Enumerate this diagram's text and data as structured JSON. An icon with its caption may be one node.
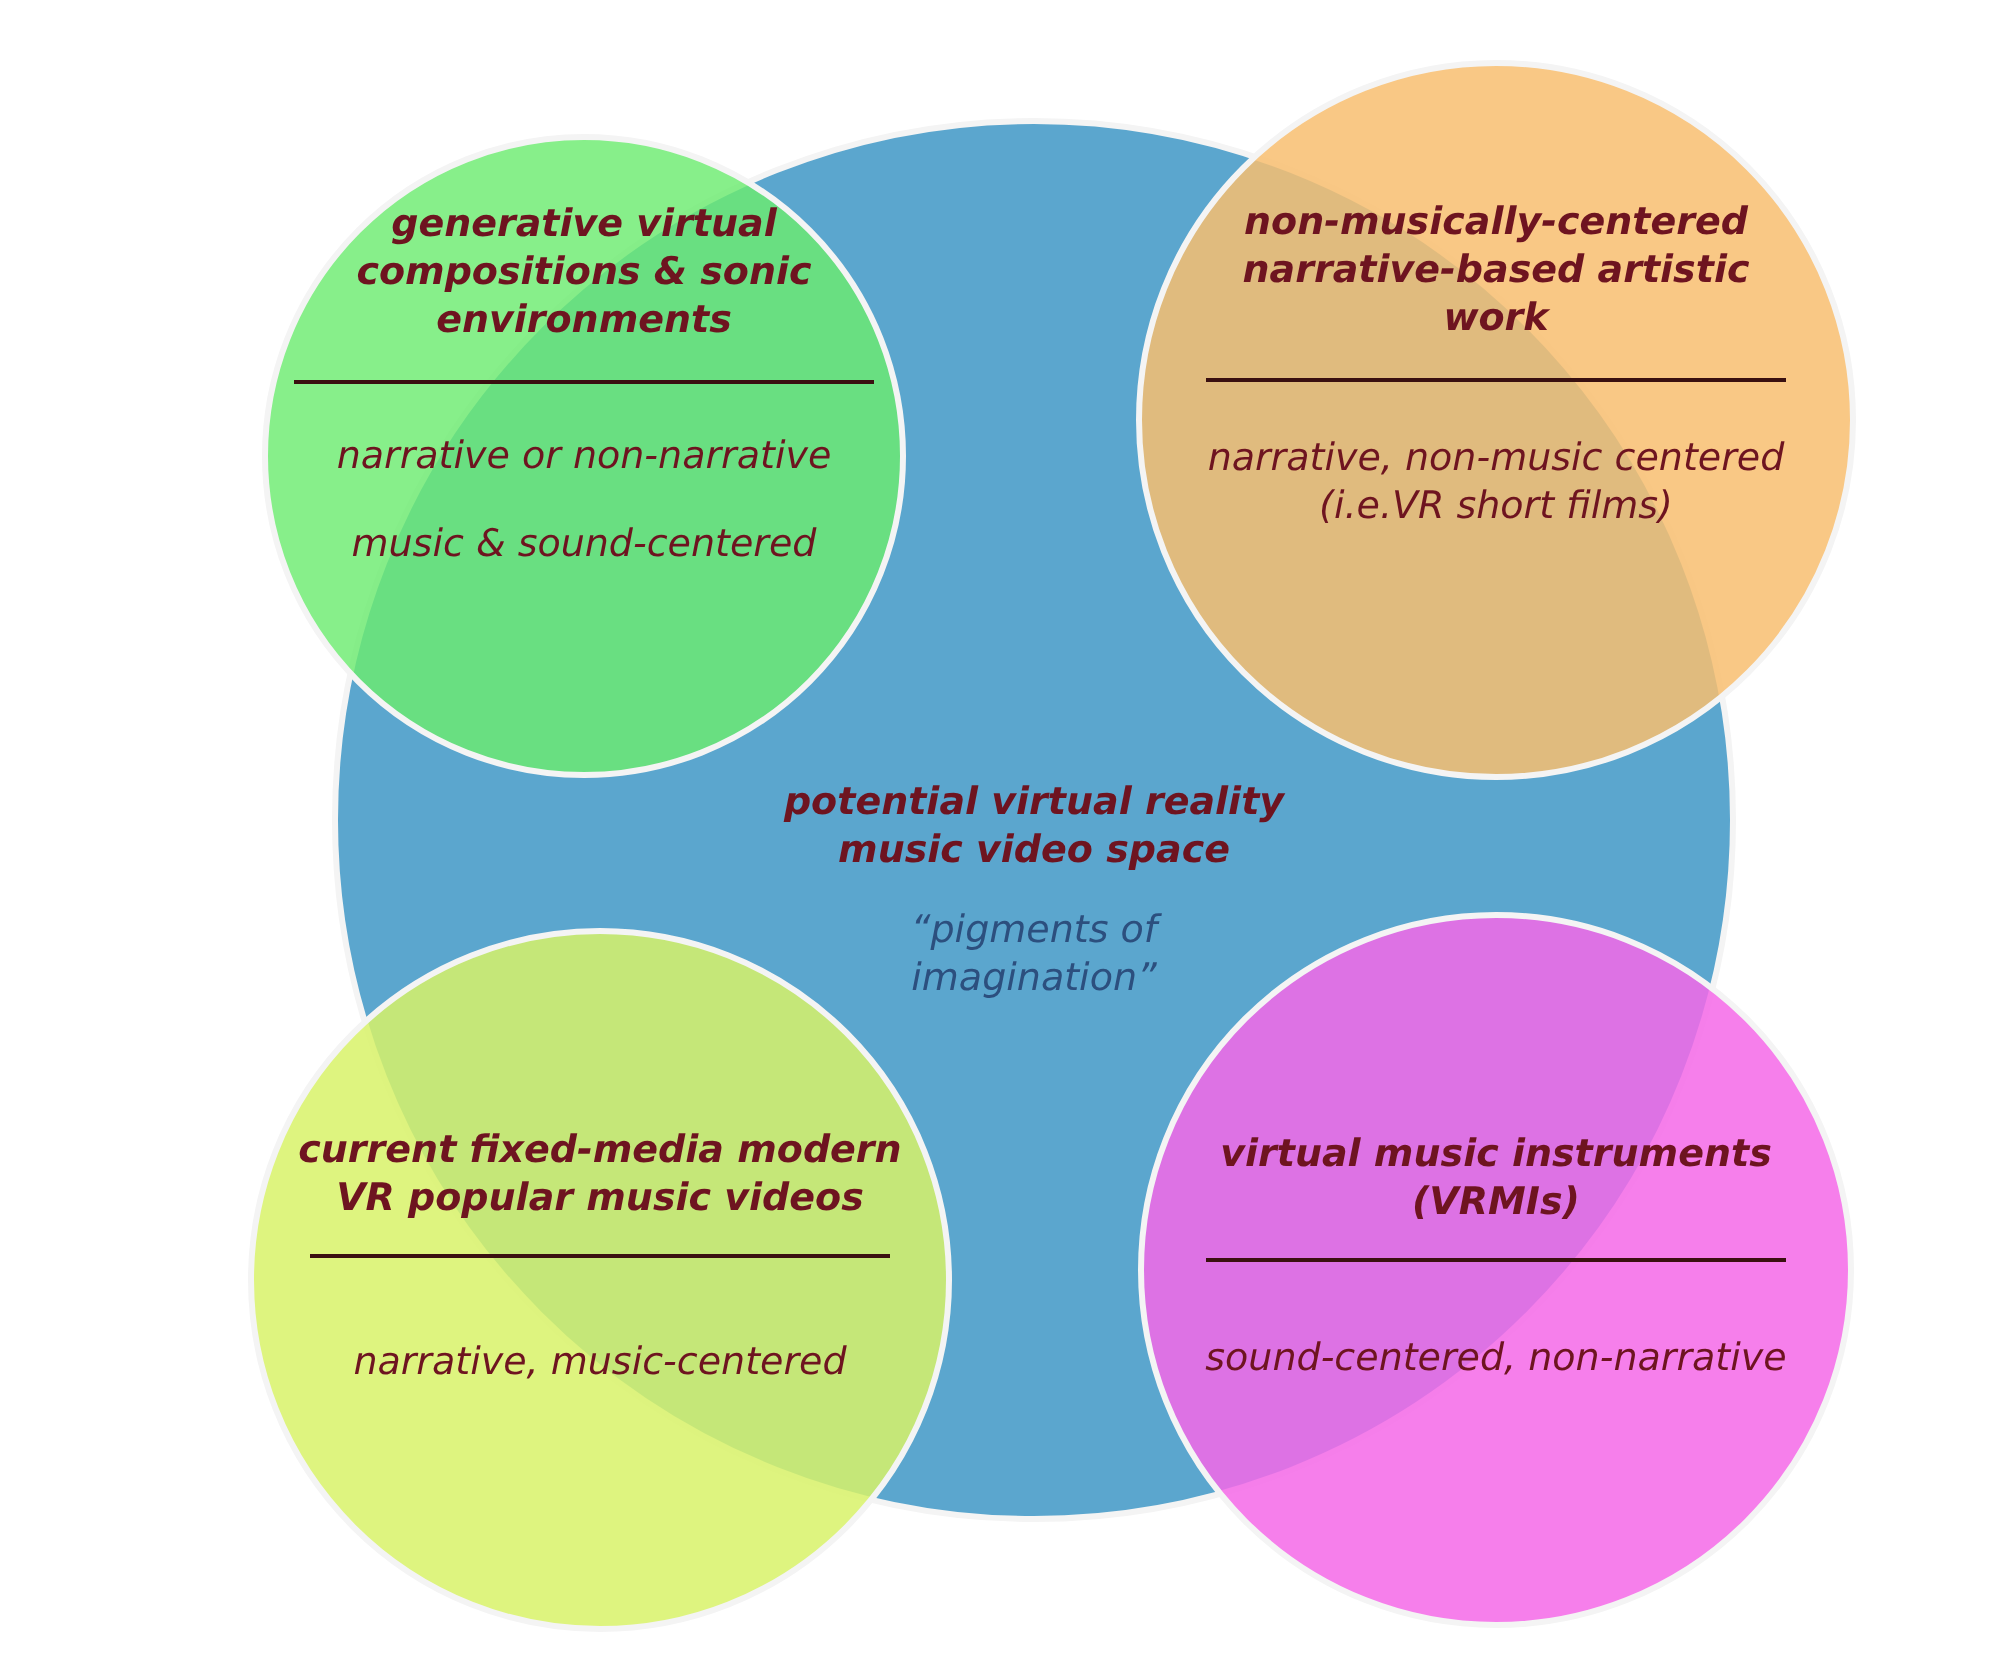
{
  "diagram": {
    "nodes": [
      {
        "text": [
          "potential virtual reality music video space",
          "“pigments of imagination”"
        ]
      },
      {
        "text": [
          "generative virtual compositions & sonic environments",
          "narrative or non-narrative",
          "music & sound-centered"
        ]
      },
      {
        "text": [
          "non-musically-centered narrative-based artistic work",
          "narrative, non-music centered (i.e.VR short films)"
        ]
      },
      {
        "text": [
          "current fixed-media modern VR popular music videos",
          "narrative, music-centered"
        ]
      },
      {
        "text": [
          "virtual music instruments (VRMIs)",
          "sound-centered, non-narrative"
        ]
      }
    ]
  }
}
